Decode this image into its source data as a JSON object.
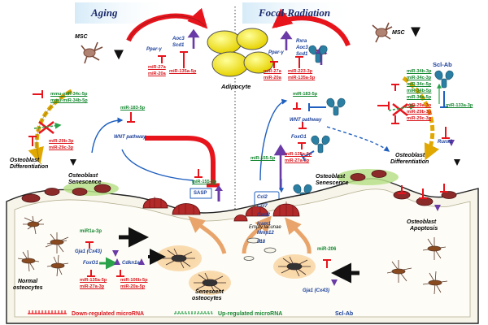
{
  "headers": {
    "left": "Aging",
    "right": "Focal-Radiation"
  },
  "msc_label": "MSC",
  "adipocyte_label": "Adipocyte",
  "aging": {
    "ppar": "Ppar-γ",
    "aoc3": "Aoc3",
    "scd1": "Scd1",
    "mir27a": "miR-27a",
    "mir20a": "miR-20a",
    "mir135a": "miR-135a-5p",
    "mmu34c": "mmu-miR-34c-5p",
    "mmu34b": "mmu-miR-34b-5p",
    "mir29b": "miR-29b-3p",
    "mir29c": "miR-29c-3p",
    "osteoblast_diff": [
      "Osteoblast",
      "Differentiation"
    ],
    "mir183": "miR-183-5p",
    "wnt": "WNT pathway",
    "osteoblast_sen": [
      "Osteoblast",
      "Senescence"
    ],
    "mir155": "miR-155-5p",
    "sasp": "SASP",
    "mir1a": "miR1a-3p",
    "gja1": "Gja1 (Cx43)",
    "foxo1": "FoxO1",
    "cdkn1a": "Cdkn1a",
    "mir135a_b": "miR-135a-5p",
    "mir27a_b": "miR-27a-3p",
    "mir106b": "miR-106b-5p",
    "mir20a_b": "miR-20a-5p",
    "normal_osteo": [
      "Normal",
      "osteocytes"
    ],
    "senescent_osteo": [
      "Senescent",
      "osteocytes"
    ]
  },
  "radiation": {
    "rxra": "Rxra",
    "aoc3": "Aoc3",
    "scd1": "Scd1",
    "ppar": "Ppar-γ",
    "mir27a": "miR-27a",
    "mir20a": "miR-20a",
    "mir223": "miR-223-3p",
    "mir135a": "miR-135a-5p",
    "scl_ab": "Scl-Ab",
    "mir34": [
      "miR-34b-3p",
      "miR-34c-3p",
      "miR-34c-5p",
      "miR-34b-5p",
      "miR-34a-5p"
    ],
    "mir29": [
      "miR-29a-3p",
      "miR-29b-3p",
      "miR-29c-3p"
    ],
    "mir133a": "miR-133a-3p",
    "runx2": "Runx2",
    "mir183": "miR-183-5p",
    "wnt": "WNT pathway",
    "foxo1": "FoxO1",
    "mir155": "miR-155-5p",
    "mir135a_b": "miR-135a-5p",
    "mir27a_b": "miR-27a-3p",
    "cytokines": [
      "Ccl2",
      "Ccl7",
      "Cxcl2",
      "Icam1",
      "Mmp12",
      "Il18"
    ],
    "osteoblast_diff": [
      "Osteoblast",
      "Differentiation"
    ],
    "osteoblast_sen": [
      "Osteoblast",
      "Senescence"
    ],
    "osteoblast_apop": [
      "Osteoblast",
      "Apoptosis"
    ],
    "empty_lacunae": "Empty lacunae",
    "mir206": "miR-206",
    "gja1": "Gja1 (Cx43)"
  },
  "legend": {
    "down": "Down-regulated microRNA",
    "up": "Up-regulated microRNA",
    "sclab": "Scl-Ab"
  },
  "colors": {
    "inhibit": "#e8141c",
    "activate": "#1f5fbf",
    "up_arrow": "#6a3aa6",
    "fat": "#f2e600",
    "cell_orange": "#f5c27a",
    "bone_green": "#b8e08a",
    "osteoclast": "#b22a2a"
  }
}
